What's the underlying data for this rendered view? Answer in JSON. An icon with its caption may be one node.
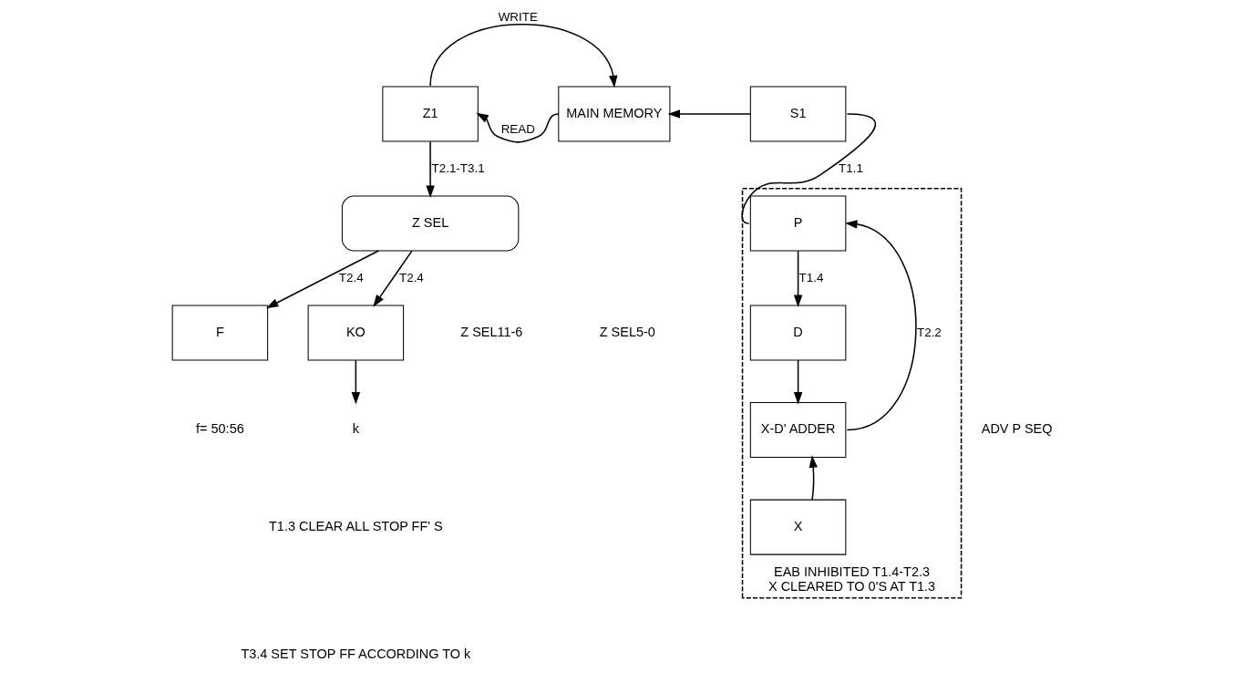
{
  "diagram": {
    "nodes": [
      {
        "text": [
          "Z1"
        ]
      },
      {
        "text": [
          "MAIN MEMORY"
        ]
      },
      {
        "text": [
          "S1"
        ]
      },
      {
        "text": [
          "EAB INHIBITED T1.4-T2.3",
          "X CLEARED TO 0'S AT T1.3"
        ]
      },
      {
        "text": [
          "P"
        ],
        "in": 3
      },
      {
        "text": [
          "D"
        ],
        "in": 3
      },
      {
        "text": [
          "X-D' ADDER"
        ],
        "in": 3
      },
      {
        "text": [
          "X"
        ],
        "in": 3
      },
      {
        "text": [
          "Z SEL"
        ]
      },
      {
        "text": [
          "F"
        ]
      },
      {
        "text": [
          "KO"
        ]
      },
      {
        "text": [
          "k"
        ]
      }
    ],
    "edges": [
      {
        "from": 0,
        "to": 1,
        "arrow": "to",
        "label": "WRITE"
      },
      {
        "from": 1,
        "to": 0,
        "arrow": "to",
        "label": "READ"
      },
      {
        "from": 2,
        "to": 1,
        "arrow": "to"
      },
      {
        "from": 4,
        "to": 2,
        "arrow": "none",
        "label": "T1.1"
      },
      {
        "from": 4,
        "to": 5,
        "arrow": "to",
        "label": "T1.4"
      },
      {
        "from": 5,
        "to": 6,
        "arrow": "to"
      },
      {
        "from": 7,
        "to": 6,
        "arrow": "to"
      },
      {
        "from": 6,
        "to": 4,
        "arrow": "to",
        "label": "T2.2"
      },
      {
        "from": 0,
        "to": 8,
        "arrow": "to",
        "label": "T2.1-T3.1"
      },
      {
        "from": 8,
        "to": 9,
        "arrow": "to",
        "label": "T2.4"
      },
      {
        "from": 8,
        "to": 10,
        "arrow": "to",
        "label": "T2.4"
      },
      {
        "from": 10,
        "to": 11,
        "arrow": "to"
      }
    ],
    "labels": [
      "ADV P SEQ",
      "Z SEL11-6",
      "Z SEL5-0",
      "f= 50:56",
      "T1.3 CLEAR ALL STOP FF' S",
      "T3.4 SET STOP FF ACCORDING TO k"
    ]
  }
}
